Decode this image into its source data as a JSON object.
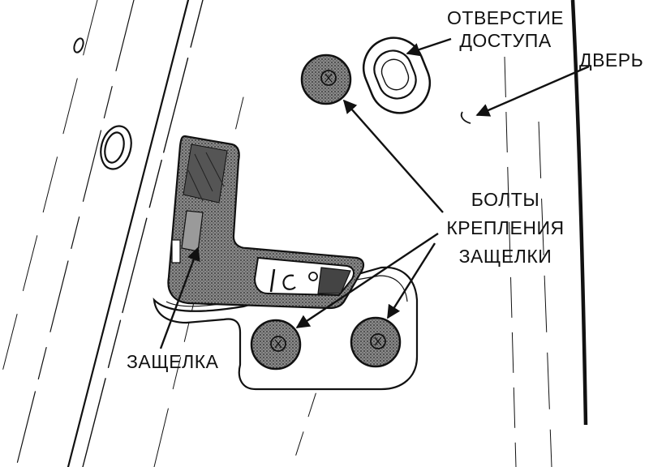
{
  "labels": {
    "access_hole": [
      "ОТВЕРСТИЕ",
      "ДОСТУПА"
    ],
    "door": "ДВЕРЬ",
    "bolts": [
      "БОЛТЫ",
      "КРЕПЛЕНИЯ",
      "ЗАЩЕЛКИ"
    ],
    "latch": "ЗАЩЕЛКА"
  },
  "colors": {
    "ink": "#111111",
    "shade": "#6d6d6d",
    "paper": "#ffffff"
  }
}
